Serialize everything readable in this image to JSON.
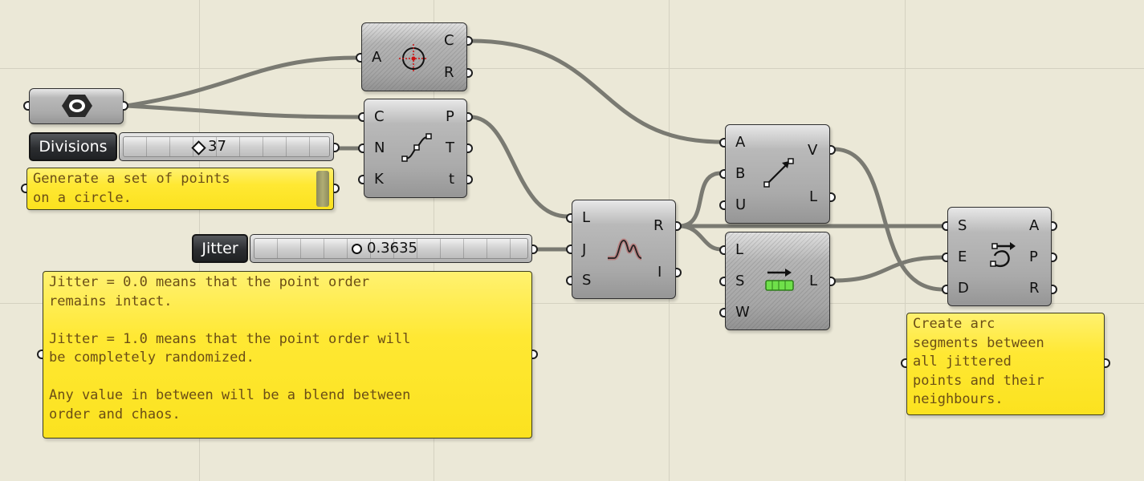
{
  "canvas": {
    "background": "#ebe8d7",
    "wire_color": "#7a7a72"
  },
  "components": {
    "circle_cnr": {
      "inputs": [
        "A"
      ],
      "outputs": [
        "C",
        "R"
      ],
      "icon": "circle-crosshair-icon"
    },
    "divide_curve": {
      "inputs": [
        "C",
        "N",
        "K"
      ],
      "outputs": [
        "P",
        "T",
        "t"
      ],
      "icon": "divide-curve-icon"
    },
    "jitter": {
      "inputs": [
        "L",
        "J",
        "S"
      ],
      "outputs": [
        "R",
        "I"
      ],
      "icon": "jitter-icon"
    },
    "vector_2pt": {
      "inputs": [
        "A",
        "B",
        "U"
      ],
      "outputs": [
        "V",
        "L"
      ],
      "icon": "vector-arrow-icon"
    },
    "shift_list": {
      "inputs": [
        "L",
        "S",
        "W"
      ],
      "outputs": [
        "L"
      ],
      "icon": "shift-list-icon"
    },
    "arc_sed": {
      "inputs": [
        "S",
        "E",
        "D"
      ],
      "outputs": [
        "A",
        "P",
        "R"
      ],
      "icon": "arc-sed-icon"
    }
  },
  "curve_param": {
    "icon": "hexagon-curve-icon"
  },
  "sliders": {
    "divisions": {
      "name": "Divisions",
      "value": "37",
      "marker": "diamond"
    },
    "jitter": {
      "name": "Jitter",
      "value": "0.3635",
      "marker": "circle"
    }
  },
  "notes": {
    "circle_note": "Generate a set of points\non a circle.",
    "jitter_note": "Jitter = 0.0 means that the point order\nremains intact.\n\nJitter = 1.0 means that the point order will\nbe completely randomized.\n\nAny value in between will be a blend between\norder and chaos.",
    "arc_note": "Create arc\nsegments between\nall jittered\npoints and their\nneighbours."
  }
}
